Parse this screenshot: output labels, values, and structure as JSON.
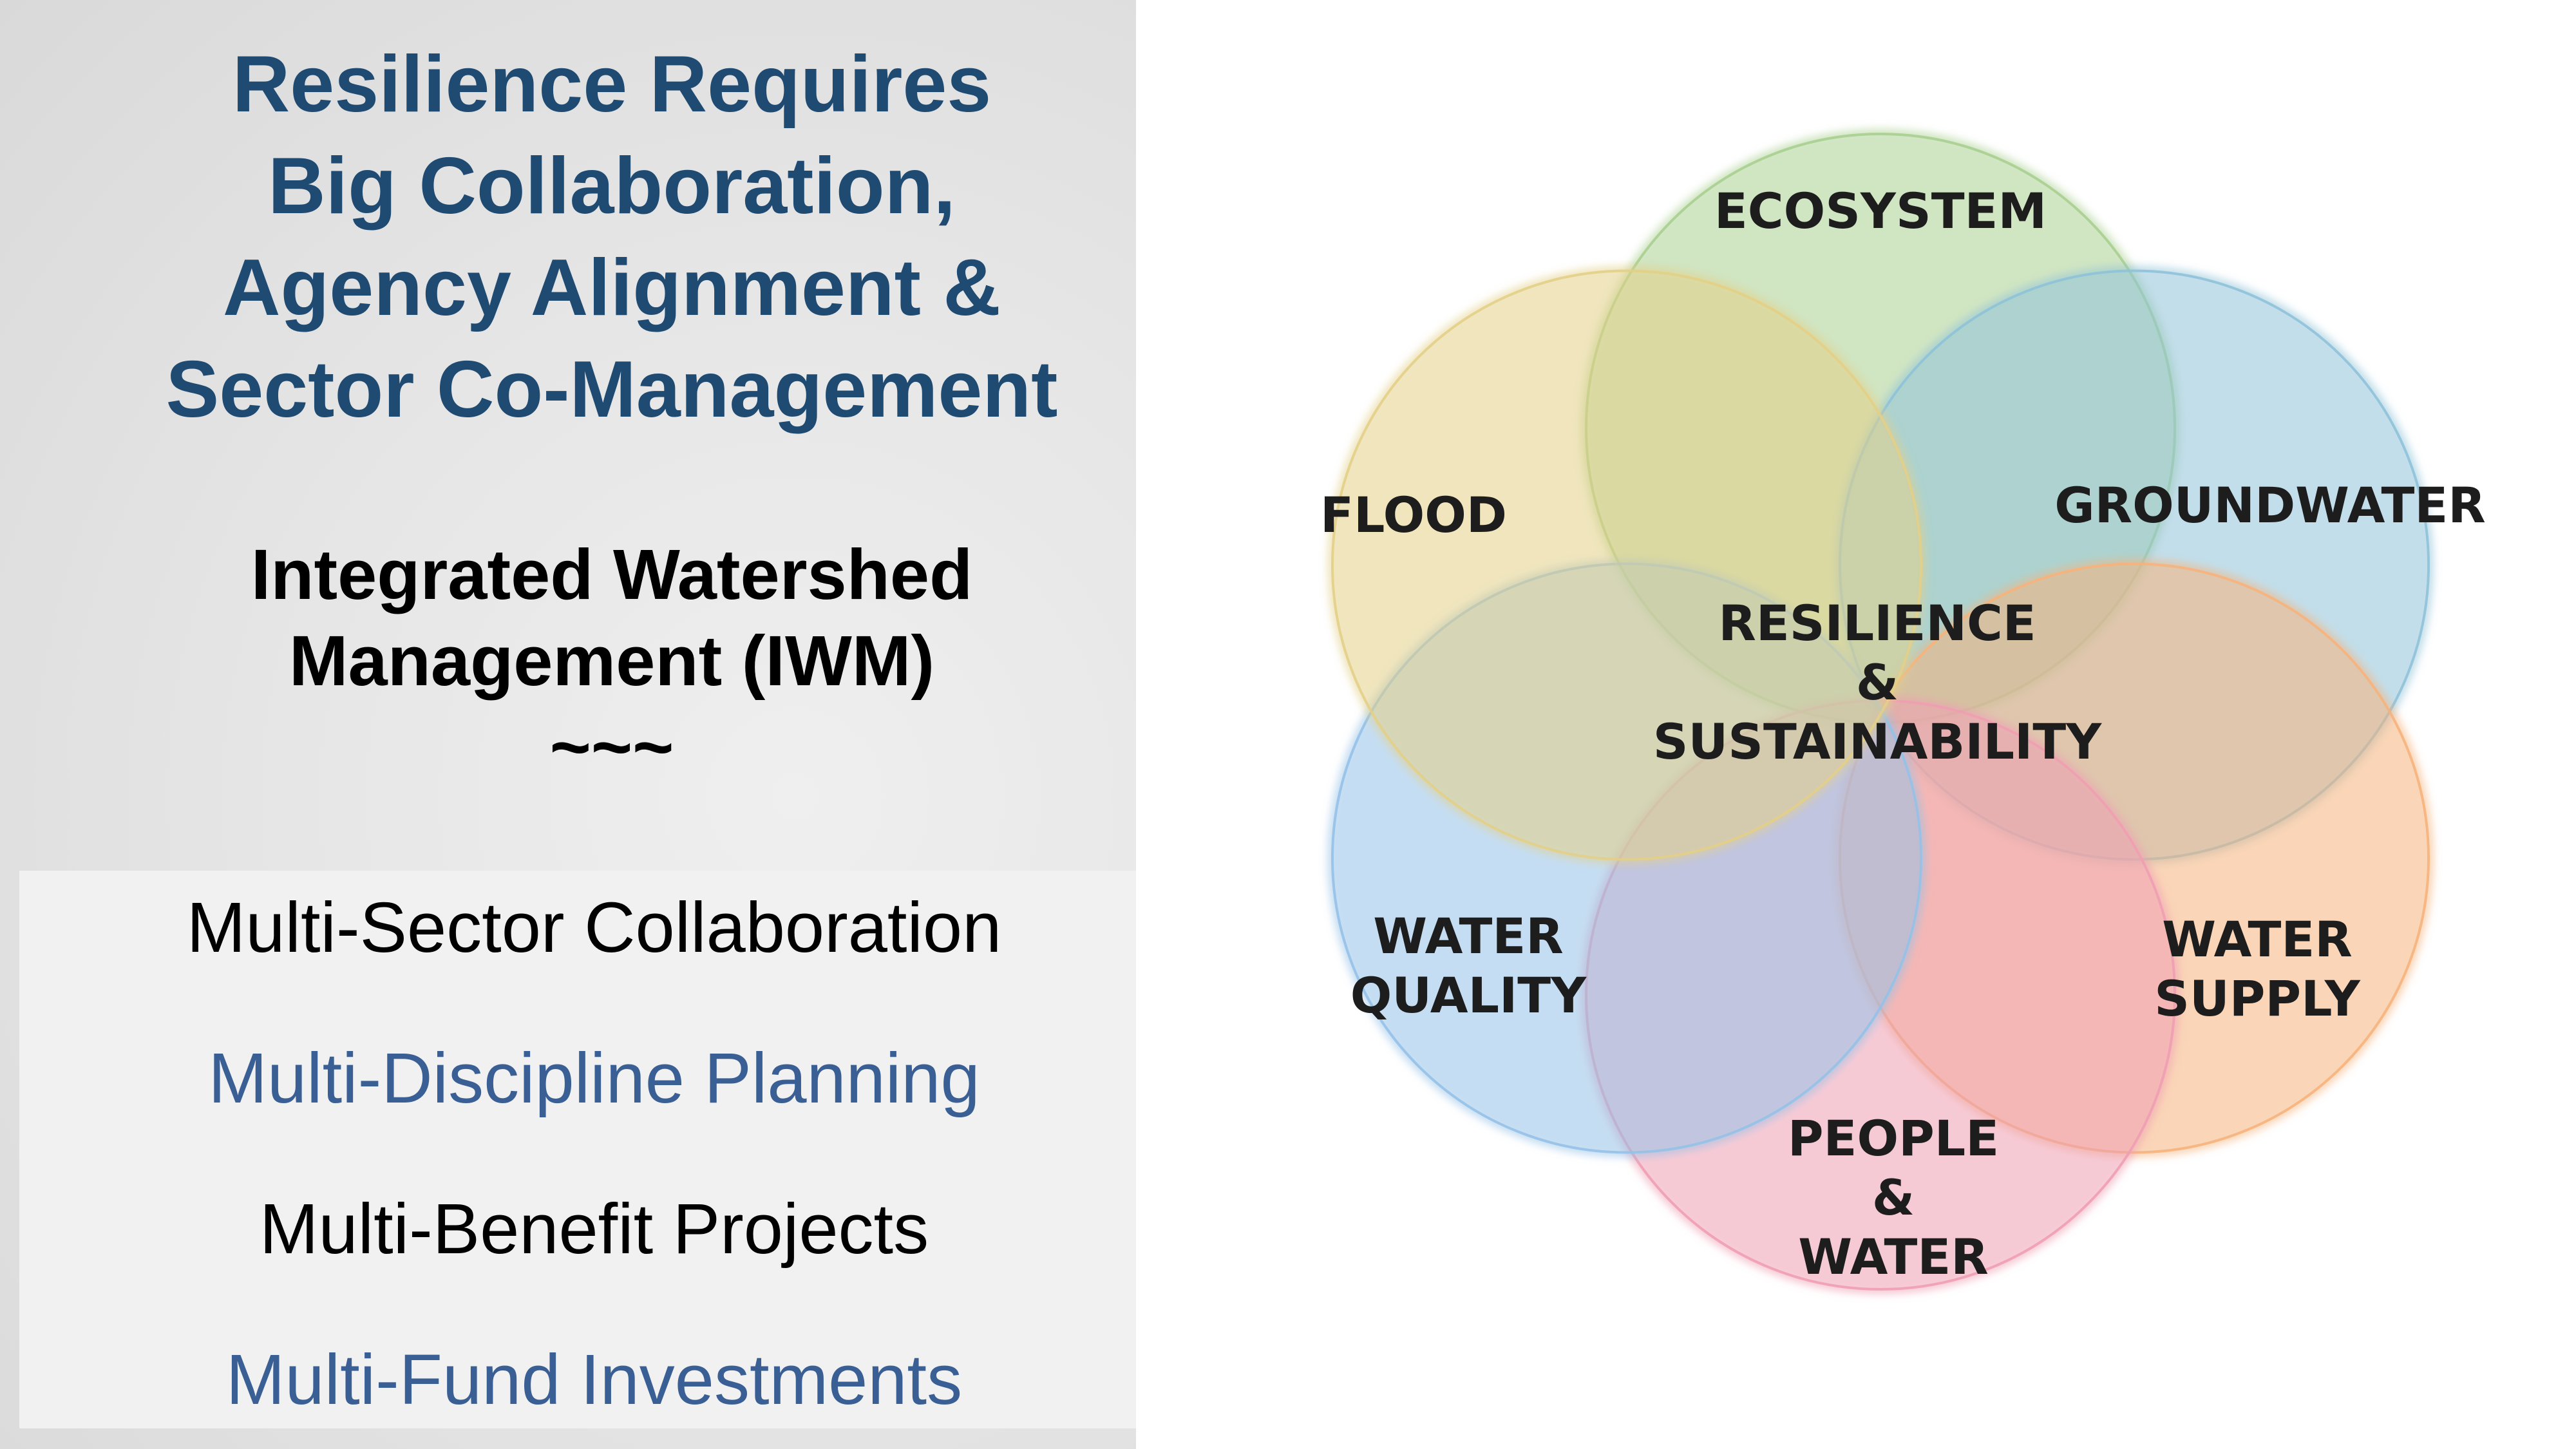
{
  "title_lines": [
    "Resilience Requires",
    "Big Collaboration,",
    "Agency Alignment &",
    "Sector Co-Management"
  ],
  "subtitle_lines": [
    "Integrated Watershed",
    "Management (IWM)",
    "~~~"
  ],
  "benefits": [
    {
      "text": "Multi-Sector Collaboration",
      "color": "#000000"
    },
    {
      "text": "Multi-Discipline Planning",
      "color": "#3a5f94"
    },
    {
      "text": "Multi-Benefit Projects",
      "color": "#000000"
    },
    {
      "text": "Multi-Fund Investments",
      "color": "#3a5f94"
    }
  ],
  "diagram": {
    "center_lines": [
      "RESILIENCE",
      "&",
      "SUSTAINABILITY"
    ],
    "petals": [
      {
        "id": "ecosystem",
        "lines": [
          "ECOSYSTEM"
        ],
        "color": "#a9cf8f"
      },
      {
        "id": "groundwater",
        "lines": [
          "GROUNDWATER"
        ],
        "color": "#8fc2d9"
      },
      {
        "id": "water-supply",
        "lines": [
          "WATER",
          "SUPPLY"
        ],
        "color": "#f6b27c"
      },
      {
        "id": "people-water",
        "lines": [
          "PEOPLE",
          "&",
          "WATER"
        ],
        "color": "#ef9fb2"
      },
      {
        "id": "water-quality",
        "lines": [
          "WATER",
          "QUALITY"
        ],
        "color": "#95c1e8"
      },
      {
        "id": "flood",
        "lines": [
          "FLOOD"
        ],
        "color": "#e3cf87"
      }
    ]
  }
}
